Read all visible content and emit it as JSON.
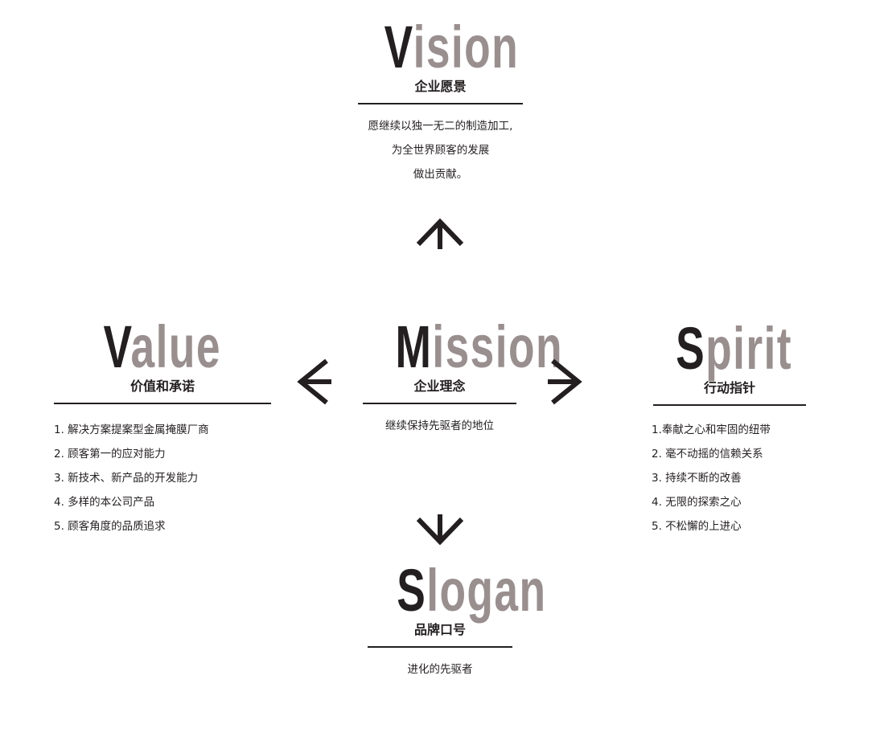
{
  "vision": {
    "first": "V",
    "rest": "ision",
    "subtitle": "企业愿景",
    "lines": [
      "愿继续以独一无二的制造加工,",
      "为全世界顾客的发展",
      "做出贡献。"
    ]
  },
  "mission": {
    "first": "M",
    "rest": "ission",
    "subtitle": "企业理念",
    "lines": [
      "继续保持先驱者的地位"
    ]
  },
  "value": {
    "first": "V",
    "rest": "alue",
    "subtitle": "价值和承诺",
    "items": [
      "1. 解决方案提案型金属掩膜厂商",
      "2. 顾客第一的应对能力",
      "3. 新技术、新产品的开发能力",
      "4. 多样的本公司产品",
      "5. 顾客角度的品质追求"
    ]
  },
  "spirit": {
    "first": "S",
    "rest": "pirit",
    "subtitle": "行动指针",
    "items": [
      "1.奉献之心和牢固的纽带",
      "2. 毫不动摇的信赖关系",
      "3. 持续不断的改善",
      "4. 无限的探索之心",
      "5. 不松懈的上进心"
    ]
  },
  "slogan": {
    "first": "S",
    "rest": "logan",
    "subtitle": "品牌口号",
    "lines": [
      "进化的先驱者"
    ]
  },
  "colors": {
    "dark": "#231f20",
    "grey": "#9a8f8f"
  }
}
